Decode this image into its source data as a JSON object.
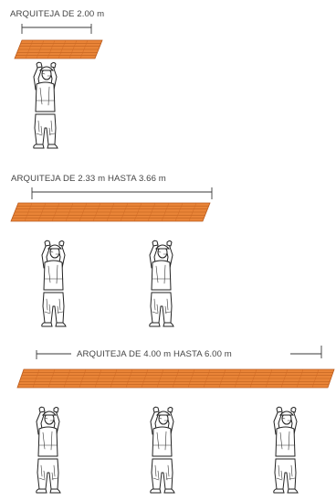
{
  "sections": [
    {
      "label": "ARQUITEJA DE 2.00 m",
      "workers": 1
    },
    {
      "label": "ARQUITEJA DE 2.33 m HASTA 3.66 m",
      "workers": 2
    },
    {
      "label": "ARQUITEJA DE 4.00 m HASTA 6.00 m",
      "workers": 3
    }
  ],
  "colors": {
    "board_fill": "#e98437",
    "board_edge": "#b95a1d",
    "ink": "#222222",
    "label_text": "#444444"
  }
}
